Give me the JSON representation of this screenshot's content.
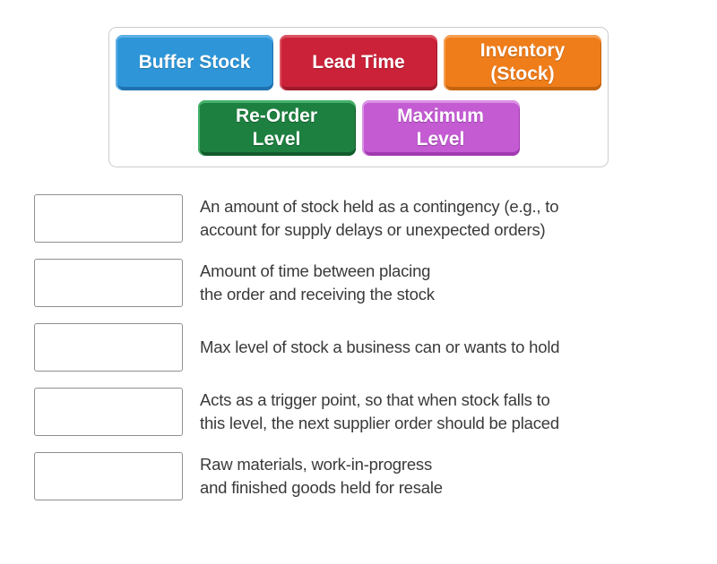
{
  "tiles": {
    "items": [
      {
        "label": "Buffer Stock",
        "color": "#2E96D8",
        "color_light": "#5FB0E5",
        "color_dark": "#1F72AF"
      },
      {
        "label": "Lead Time",
        "color": "#CB2239",
        "color_light": "#DB5362",
        "color_dark": "#9E1A2C"
      },
      {
        "label": "Inventory\n(Stock)",
        "color": "#EF7D1A",
        "color_light": "#F5A055",
        "color_dark": "#C4640F"
      },
      {
        "label": "Re-Order\nLevel",
        "color": "#1E8040",
        "color_light": "#45B26A",
        "color_dark": "#125B2B"
      },
      {
        "label": "Maximum\nLevel",
        "color": "#C45BD3",
        "color_light": "#DB92E5",
        "color_dark": "#A13BB0"
      }
    ]
  },
  "matches": [
    {
      "definition": "An amount of stock held as a contingency (e.g., to\naccount for supply delays or unexpected orders)"
    },
    {
      "definition": "Amount of time between placing\nthe order and receiving the stock"
    },
    {
      "definition": "Max level of stock a business can or wants to hold"
    },
    {
      "definition": "Acts as a trigger point, so that when stock falls to\nthis level, the next supplier order should be placed"
    },
    {
      "definition": "Raw materials, work-in-progress\nand finished goods held for resale"
    }
  ]
}
